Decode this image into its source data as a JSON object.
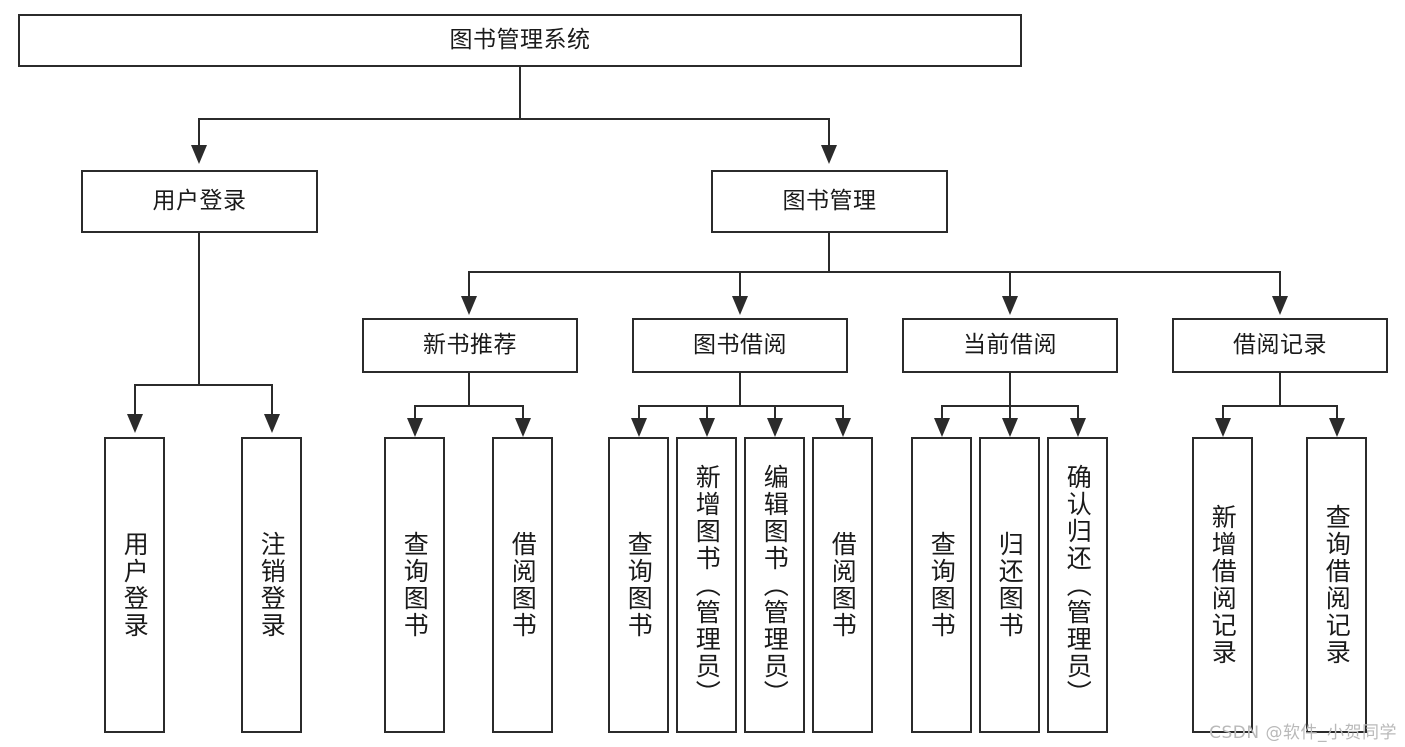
{
  "diagram": {
    "title": "图书管理系统",
    "type": "function-hierarchy-tree",
    "root": {
      "label": "图书管理系统"
    },
    "level2": [
      {
        "label": "用户登录"
      },
      {
        "label": "图书管理"
      }
    ],
    "level3": [
      {
        "label": "新书推荐"
      },
      {
        "label": "图书借阅"
      },
      {
        "label": "当前借阅"
      },
      {
        "label": "借阅记录"
      }
    ],
    "leaves": {
      "user_login": [
        {
          "label": "用户登录"
        },
        {
          "label": "注销登录"
        }
      ],
      "new_book_recommend": [
        {
          "label": "查询图书"
        },
        {
          "label": "借阅图书"
        }
      ],
      "book_borrow": [
        {
          "label": "查询图书"
        },
        {
          "label": "新增图书（管理员）"
        },
        {
          "label": "编辑图书（管理员）"
        },
        {
          "label": "借阅图书"
        }
      ],
      "current_borrow": [
        {
          "label": "查询图书"
        },
        {
          "label": "归还图书"
        },
        {
          "label": "确认归还（管理员）"
        }
      ],
      "borrow_record": [
        {
          "label": "新增借阅记录"
        },
        {
          "label": "查询借阅记录"
        }
      ]
    },
    "colors": {
      "stroke": "#2b2b2b",
      "fill": "#ffffff",
      "text": "#1a1a1a",
      "watermark": "#b9b9b9"
    }
  },
  "watermark": {
    "text": "CSDN @软件_小贺同学"
  }
}
